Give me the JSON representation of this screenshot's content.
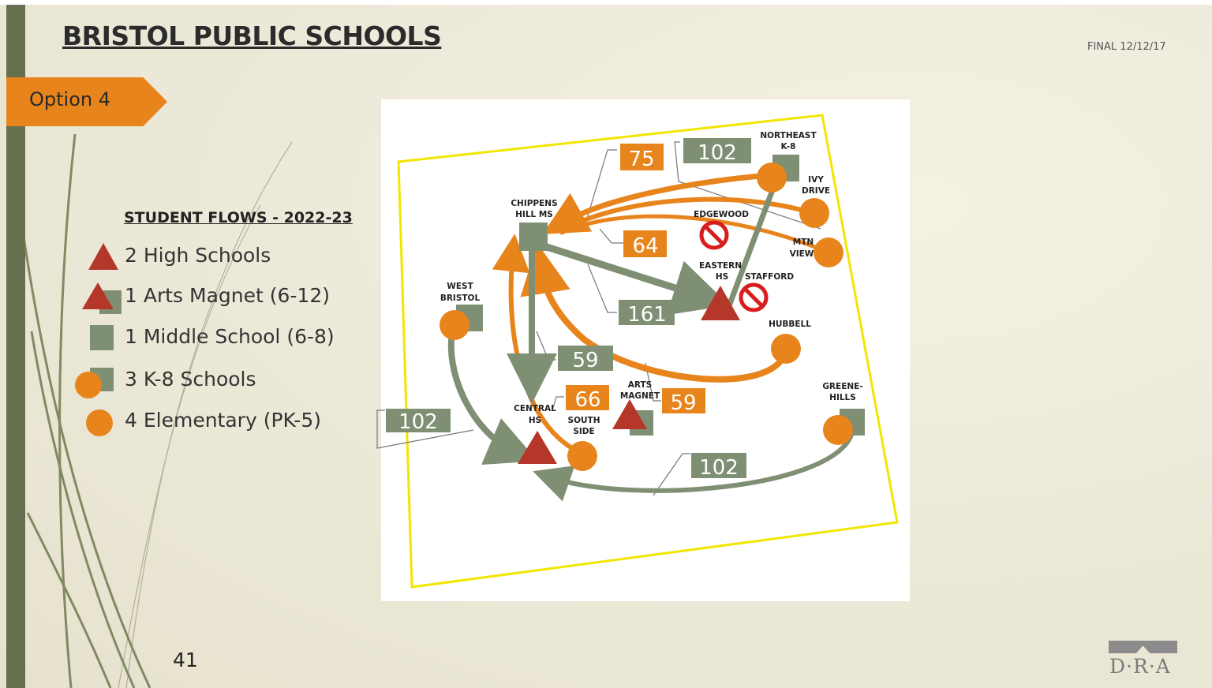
{
  "header": {
    "title": "BRISTOL PUBLIC SCHOOLS",
    "final_label": "FINAL 12/12/17",
    "option_label": "Option 4"
  },
  "legend": {
    "title": "STUDENT FLOWS - 2022-23",
    "items": [
      {
        "symbol": "triangle",
        "label": "2 High Schools"
      },
      {
        "symbol": "triangle-square",
        "label": "1 Arts Magnet (6-12)"
      },
      {
        "symbol": "square",
        "label": "1 Middle School (6-8)"
      },
      {
        "symbol": "circle-square",
        "label": "3 K-8 Schools"
      },
      {
        "symbol": "circle",
        "label": "4 Elementary (PK-5)"
      }
    ]
  },
  "map": {
    "schools": {
      "northeast": "NORTHEAST",
      "northeast_sub": "K-8",
      "ivy": "IVY",
      "ivy_sub": "DRIVE",
      "chippens": "CHIPPENS",
      "chippens_sub": "HILL MS",
      "edgewood": "EDGEWOOD",
      "mtn": "MTN",
      "mtn_sub": "VIEW",
      "eastern": "EASTERN",
      "eastern_sub": "HS",
      "stafford": "STAFFORD",
      "west": "WEST",
      "west_sub": "BRISTOL",
      "hubbell": "HUBBELL",
      "arts": "ARTS",
      "arts_sub": "MAGNET",
      "central": "CENTRAL",
      "central_sub": "HS",
      "south": "SOUTH",
      "south_sub": "SIDE",
      "greene": "GREENE-",
      "greene_sub": "HILLS"
    },
    "flow_labels": {
      "f75": "75",
      "f102_top": "102",
      "f64": "64",
      "f161": "161",
      "f59_green": "59",
      "f66": "66",
      "f59_orange": "59",
      "f102_left": "102",
      "f102_bottom": "102"
    },
    "colors": {
      "orange": "#e8841c",
      "green_gray": "#7f8f74",
      "red": "#b5372a",
      "yellow_border": "#f2e600"
    }
  },
  "footer": {
    "page_number": "41",
    "logo_text": "D·R·A"
  }
}
